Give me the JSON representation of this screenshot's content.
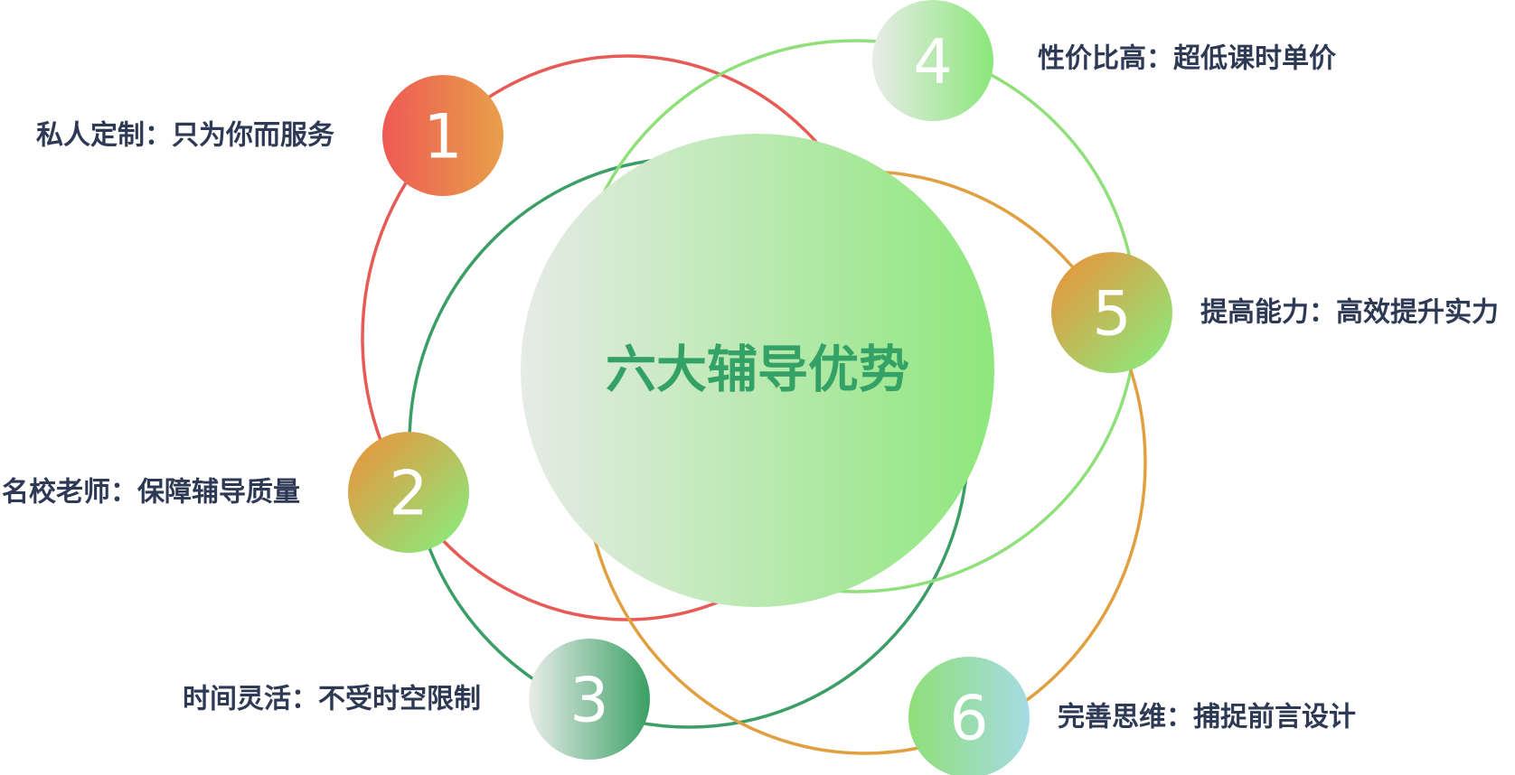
{
  "title": "六大辅导优势",
  "colors": {
    "title": "#34a266",
    "label": "#2e3a55",
    "orbit_red": "#e85a55",
    "orbit_green_light": "#8fe07a",
    "orbit_green_dark": "#3a9e66",
    "orbit_orange": "#e0a040"
  },
  "items": [
    {
      "number": "1",
      "label": "私人定制：只为你而服务"
    },
    {
      "number": "2",
      "label": "名校老师：保障辅导质量"
    },
    {
      "number": "3",
      "label": "时间灵活：不受时空限制"
    },
    {
      "number": "4",
      "label": "性价比高：超低课时单价"
    },
    {
      "number": "5",
      "label": "提高能力：高效提升实力"
    },
    {
      "number": "6",
      "label": "完善思维：捕捉前言设计"
    }
  ]
}
